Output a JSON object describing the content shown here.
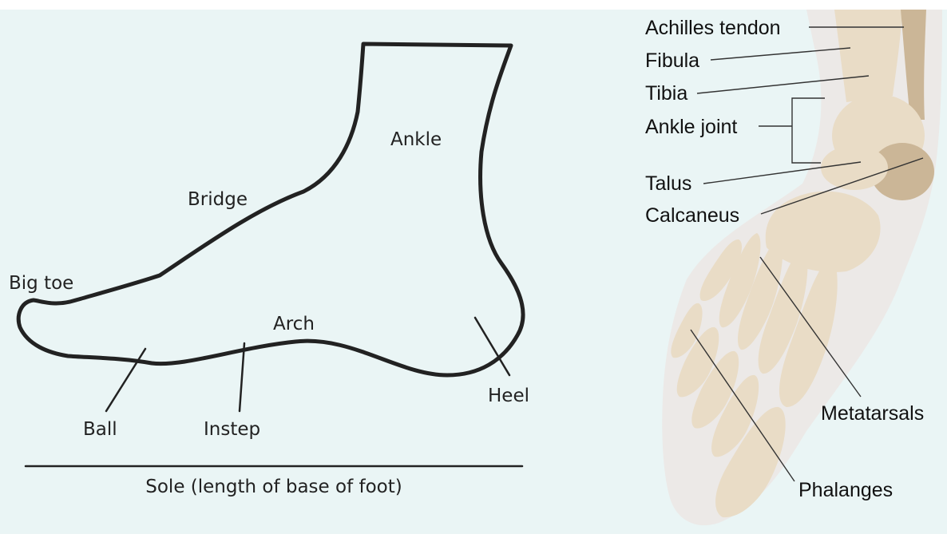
{
  "colors": {
    "background": "#eaf5f5",
    "outline": "#222222",
    "bone": "#e9dcc6",
    "bone_shadow": "#cbb697",
    "skin": "#ece6e4"
  },
  "outline_diagram": {
    "labels": {
      "ankle": "Ankle",
      "bridge": "Bridge",
      "big_toe": "Big toe",
      "arch": "Arch",
      "heel": "Heel",
      "ball": "Ball",
      "instep": "Instep",
      "sole": "Sole (length of base of foot)"
    }
  },
  "anatomy_diagram": {
    "labels": {
      "achilles_tendon": "Achilles tendon",
      "fibula": "Fibula",
      "tibia": "Tibia",
      "ankle_joint": "Ankle joint",
      "talus": "Talus",
      "calcaneus": "Calcaneus",
      "metatarsals": "Metatarsals",
      "phalanges": "Phalanges"
    }
  }
}
